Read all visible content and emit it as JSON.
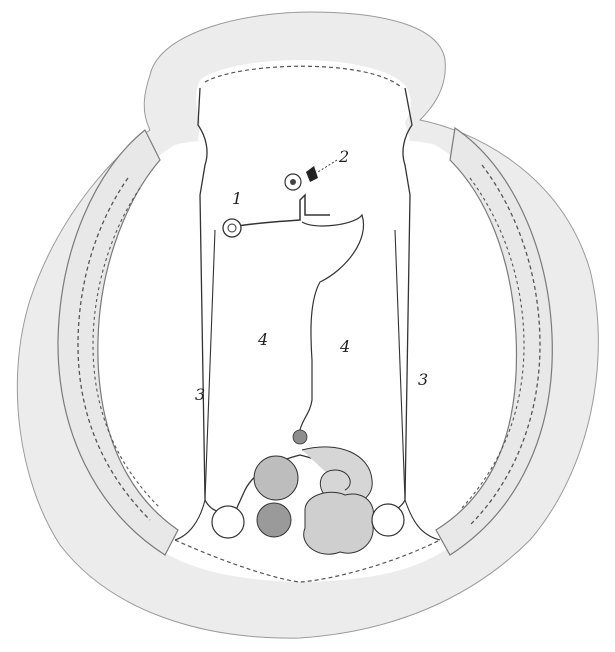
{
  "diagram": {
    "labels": {
      "label_1": "1",
      "label_2": "2",
      "label_3_left": "3",
      "label_3_right": "3",
      "label_4_left": "4",
      "label_4_right": "4"
    },
    "colors": {
      "background": "#ffffff",
      "line": "#444444",
      "shade": "#e6e6e6",
      "shade_dark": "#d2d2d2"
    }
  }
}
